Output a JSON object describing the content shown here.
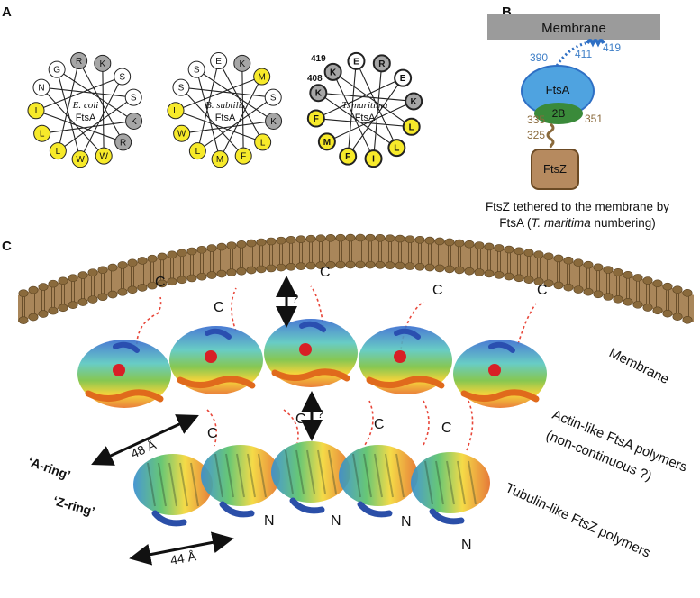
{
  "panels": {
    "a": "A",
    "b": "B",
    "c": "C"
  },
  "wheels": [
    {
      "title": "E. coli",
      "subtitle": "FtsA",
      "number_labels": [],
      "residues": [
        {
          "letter": "K",
          "kind": "gray"
        },
        {
          "letter": "S",
          "kind": "white"
        },
        {
          "letter": "S",
          "kind": "white"
        },
        {
          "letter": "K",
          "kind": "gray"
        },
        {
          "letter": "R",
          "kind": "gray"
        },
        {
          "letter": "W",
          "kind": "yellow"
        },
        {
          "letter": "W",
          "kind": "yellow"
        },
        {
          "letter": "L",
          "kind": "yellow"
        },
        {
          "letter": "L",
          "kind": "yellow"
        },
        {
          "letter": "I",
          "kind": "yellow"
        },
        {
          "letter": "N",
          "kind": "white"
        },
        {
          "letter": "G",
          "kind": "white"
        },
        {
          "letter": "R",
          "kind": "gray"
        }
      ]
    },
    {
      "title": "B. subtilis",
      "subtitle": "FtsA",
      "number_labels": [],
      "residues": [
        {
          "letter": "K",
          "kind": "gray"
        },
        {
          "letter": "M",
          "kind": "yellow"
        },
        {
          "letter": "S",
          "kind": "white"
        },
        {
          "letter": "K",
          "kind": "gray"
        },
        {
          "letter": "L",
          "kind": "yellow"
        },
        {
          "letter": "F",
          "kind": "yellow"
        },
        {
          "letter": "M",
          "kind": "yellow"
        },
        {
          "letter": "L",
          "kind": "yellow"
        },
        {
          "letter": "W",
          "kind": "yellow"
        },
        {
          "letter": "L",
          "kind": "yellow"
        },
        {
          "letter": "S",
          "kind": "white"
        },
        {
          "letter": "S",
          "kind": "white"
        },
        {
          "letter": "E",
          "kind": "white"
        }
      ]
    },
    {
      "title": "T. maritima",
      "subtitle": "FtsA",
      "number_labels": [
        "419",
        "408"
      ],
      "residues": [
        {
          "letter": "R",
          "kind": "gray"
        },
        {
          "letter": "E",
          "kind": "white"
        },
        {
          "letter": "K",
          "kind": "gray"
        },
        {
          "letter": "L",
          "kind": "yellow"
        },
        {
          "letter": "L",
          "kind": "yellow"
        },
        {
          "letter": "I",
          "kind": "yellow"
        },
        {
          "letter": "F",
          "kind": "yellow"
        },
        {
          "letter": "M",
          "kind": "yellow"
        },
        {
          "letter": "F",
          "kind": "yellow"
        },
        {
          "letter": "K",
          "kind": "gray"
        },
        {
          "letter": "K",
          "kind": "gray"
        },
        {
          "letter": "E",
          "kind": "white"
        }
      ]
    }
  ],
  "panel_b": {
    "membrane_label": "Membrane",
    "ftsa_label": "FtsA",
    "subdomain_label": "2B",
    "ftsz_label": "FtsZ",
    "numbers": {
      "n390": "390",
      "n411": "411",
      "n419": "419",
      "n335": "335",
      "n351": "351",
      "n325": "325"
    },
    "caption_line1": "FtsZ tethered to the membrane by",
    "caption_line2_pre": "FtsA (",
    "caption_line2_italic": "T. maritima",
    "caption_line2_post": "  numbering)"
  },
  "panel_c": {
    "membrane_label": "Membrane",
    "c_terminus": "C",
    "n_terminus": "N",
    "question": "?",
    "a_ring": "‘A-ring’",
    "z_ring": "‘Z-ring’",
    "dist_a": "48 Å",
    "dist_z": "44 Å",
    "actin_line1": "Actin-like FtsA polymers",
    "actin_line2": "(non-continuous ?)",
    "tubulin_label": "Tubulin-like FtsZ polymers"
  },
  "colors": {
    "gray": "#a6a6a6",
    "yellow": "#f7ea2a",
    "white": "#ffffff",
    "membrane_brown": "#8a6a3c",
    "ftsa_blue": "#4fa3e0",
    "subdomain_green": "#3a8a3a",
    "ftsz_tan": "#b68a5f",
    "tether_red": "#e8473a",
    "terminus_orange": "#e8542a",
    "n_blue": "#2b4fa8"
  }
}
